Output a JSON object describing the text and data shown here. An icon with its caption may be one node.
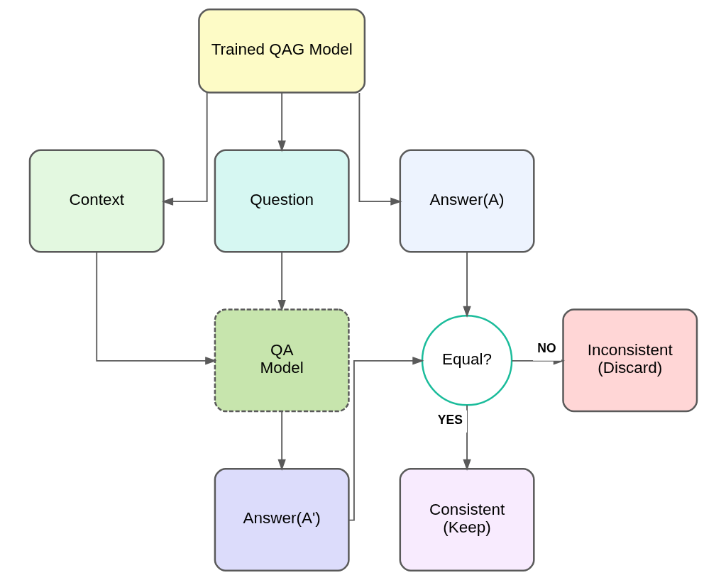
{
  "diagram": {
    "nodes": [
      {
        "text": [
          "Trained QAG Model"
        ]
      },
      {
        "text": [
          "Context"
        ]
      },
      {
        "text": [
          "Question"
        ]
      },
      {
        "text": [
          "Answer(A)"
        ]
      },
      {
        "text": [
          "QA Model"
        ]
      },
      {
        "text": [
          "Answer(A')"
        ]
      },
      {
        "text": [
          "Equal?"
        ]
      },
      {
        "text": [
          "Inconsistent (Discard)"
        ]
      },
      {
        "text": [
          "Consistent (Keep)"
        ]
      }
    ],
    "edges": [
      {
        "from": 0,
        "to": 1,
        "arrow": "to"
      },
      {
        "from": 0,
        "to": 2,
        "arrow": "to"
      },
      {
        "from": 0,
        "to": 3,
        "arrow": "to"
      },
      {
        "from": 1,
        "to": 4,
        "arrow": "to"
      },
      {
        "from": 2,
        "to": 4,
        "arrow": "to"
      },
      {
        "from": 4,
        "to": 5,
        "arrow": "to"
      },
      {
        "from": 3,
        "to": 6,
        "arrow": "to"
      },
      {
        "from": 5,
        "to": 6,
        "arrow": "to"
      },
      {
        "from": 6,
        "to": 7,
        "label": "NO",
        "arrow": "to"
      },
      {
        "from": 6,
        "to": 8,
        "label": "YES",
        "arrow": "to"
      }
    ]
  }
}
